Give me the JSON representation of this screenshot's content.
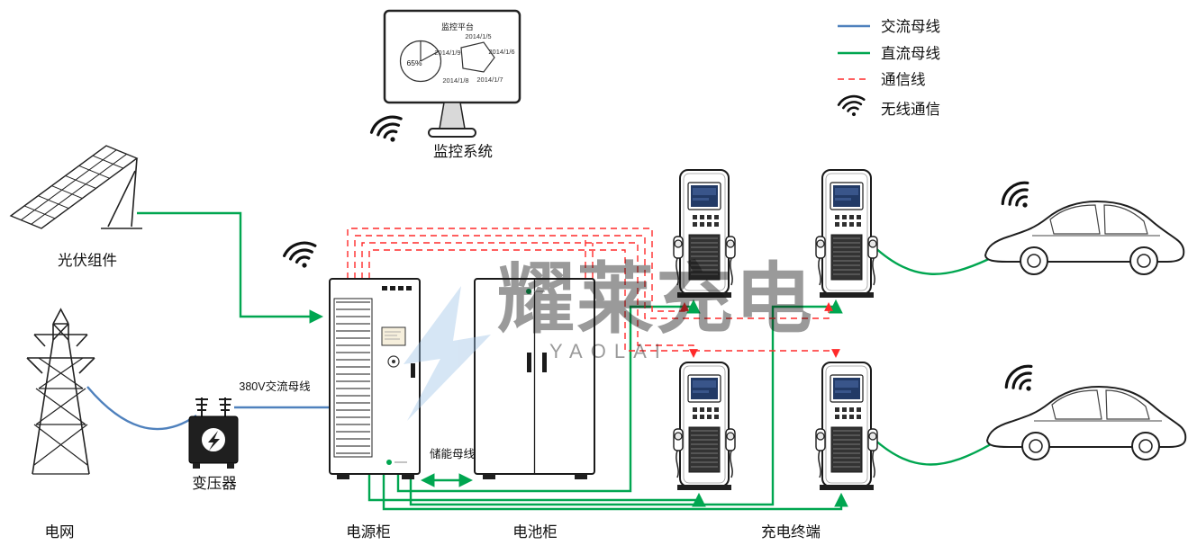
{
  "legend": {
    "items": [
      {
        "label": "交流母线",
        "color": "#4f81bd",
        "style": "solid"
      },
      {
        "label": "直流母线",
        "color": "#00a650",
        "style": "solid"
      },
      {
        "label": "通信线",
        "color": "#ff2a2a",
        "style": "dashed"
      },
      {
        "label": "无线通信",
        "icon": "wifi-icon"
      }
    ]
  },
  "monitor": {
    "label": "监控系统",
    "screen_title": "监控平台",
    "pie_value": "65%",
    "dates": [
      "2014/1/5",
      "2014/1/6",
      "2014/1/7",
      "2014/1/8",
      "2014/1/9"
    ]
  },
  "nodes": {
    "pv": "光伏组件",
    "grid": "电网",
    "transformer": "变压器",
    "power_cabinet": "电源柜",
    "battery_cabinet": "电池柜",
    "charging_terminal": "充电终端"
  },
  "buses": {
    "ac": "380V交流母线",
    "storage": "储能母线"
  },
  "watermark": {
    "cn": "耀莱充电",
    "en": "YAOLAI"
  },
  "colors": {
    "ac_bus": "#4f81bd",
    "dc_bus": "#00a650",
    "comm_line": "#ff2a2a"
  }
}
